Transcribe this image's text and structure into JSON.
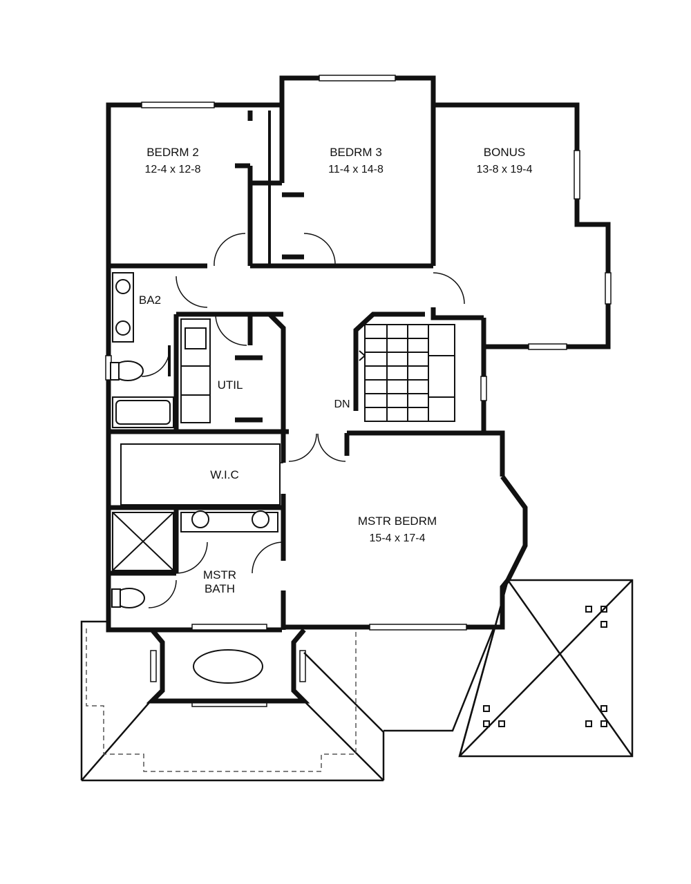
{
  "rooms": {
    "bedrm2": {
      "name": "BEDRM 2",
      "dims": "12-4 x 12-8"
    },
    "bedrm3": {
      "name": "BEDRM 3",
      "dims": "11-4 x 14-8"
    },
    "bonus": {
      "name": "BONUS",
      "dims": "13-8 x 19-4"
    },
    "ba2": {
      "name": "BA2"
    },
    "util": {
      "name": "UTIL"
    },
    "wic": {
      "name": "W.I.C"
    },
    "mstr_bedrm": {
      "name": "MSTR BEDRM",
      "dims": "15-4 x 17-4"
    },
    "mstr_bath": {
      "line1": "MSTR",
      "line2": "BATH"
    }
  },
  "stairs": {
    "label": "DN"
  }
}
